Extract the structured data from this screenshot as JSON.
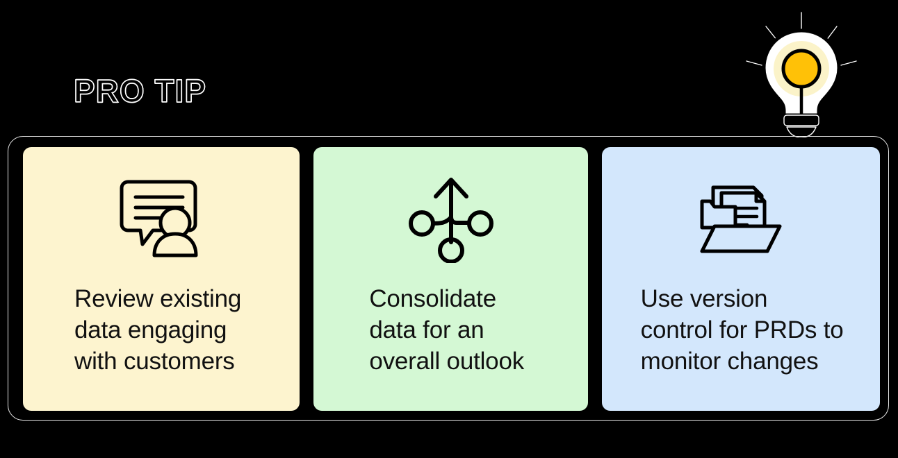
{
  "heading": {
    "label": "PRO TIP"
  },
  "decoration": {
    "bulb_icon": "lightbulb-icon",
    "bulb_colors": {
      "glass": "#FFFFFF",
      "glow": "#FBF3C9",
      "core": "#FFC107",
      "outline": "#000000",
      "ray": "#FFFFFF"
    }
  },
  "theme": {
    "background": "#000000",
    "frame_border": "#E8E8E8",
    "text": "#111111"
  },
  "cards": [
    {
      "id": "review-existing-data",
      "icon": "chat-person-icon",
      "background": "#FDF4CF",
      "text": "Review existing\ndata engaging\nwith customers"
    },
    {
      "id": "consolidate-data",
      "icon": "merge-arrow-icon",
      "background": "#D4F8D4",
      "text": "Consolidate\ndata for an\noverall outlook"
    },
    {
      "id": "version-control",
      "icon": "folder-documents-icon",
      "background": "#D3E7FC",
      "text": "Use version\ncontrol for PRDs to\nmonitor changes"
    }
  ]
}
